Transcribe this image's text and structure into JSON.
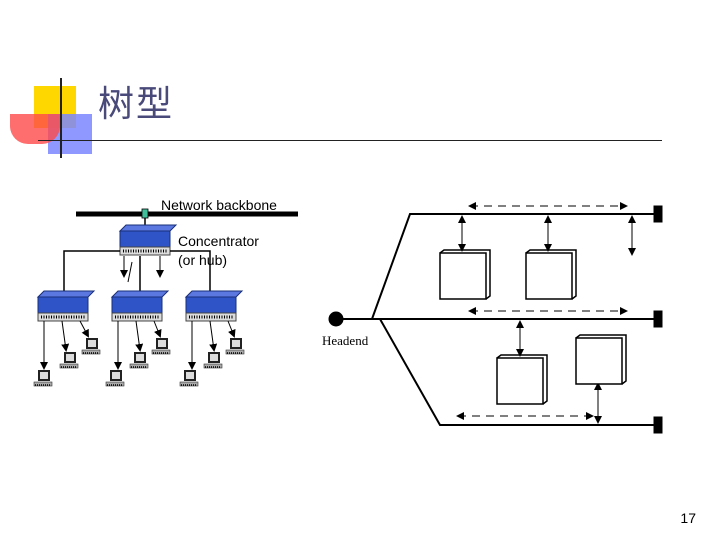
{
  "slide": {
    "title": "树型",
    "page_number": "17"
  },
  "tree_network": {
    "backbone_label": "Network backbone",
    "concentrator_label_line1": "Concentrator",
    "concentrator_label_line2": "(or hub)"
  },
  "cable_tree": {
    "headend_label": "Headend"
  },
  "colors": {
    "title": "#4a4a7a",
    "deco_yellow": "#ffd700",
    "deco_red": "#ff3b3b",
    "deco_blue": "#6b7bff",
    "hub_blue": "#2f54c8"
  }
}
